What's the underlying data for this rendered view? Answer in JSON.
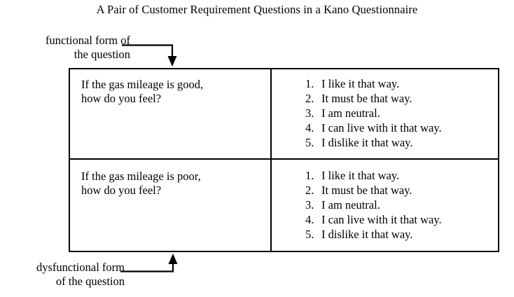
{
  "figure": {
    "title": "A Pair of Customer Requirement Questions in a Kano Questionnaire"
  },
  "annotations": {
    "functional": {
      "line1": "functional form of",
      "line2": "the question",
      "arrow_icon": "down-arrow-icon"
    },
    "dysfunctional": {
      "line1": "dysfunctional form",
      "line2": "of the question",
      "arrow_icon": "up-arrow-icon"
    }
  },
  "table": {
    "rows": [
      {
        "id": "functional",
        "question": {
          "line1": "If the gas mileage is good,",
          "line2": "how do you feel?"
        },
        "answers": [
          {
            "num": "1.",
            "text": "I like it that way."
          },
          {
            "num": "2.",
            "text": "It must be that way."
          },
          {
            "num": "3.",
            "text": "I am neutral."
          },
          {
            "num": "4.",
            "text": "I can live with it that way."
          },
          {
            "num": "5.",
            "text": "I dislike it that way."
          }
        ]
      },
      {
        "id": "dysfunctional",
        "question": {
          "line1": "If the gas mileage is poor,",
          "line2": "how do you feel?"
        },
        "answers": [
          {
            "num": "1.",
            "text": "I like it that way."
          },
          {
            "num": "2.",
            "text": "It must be that way."
          },
          {
            "num": "3.",
            "text": "I am neutral."
          },
          {
            "num": "4.",
            "text": "I can live with it that way."
          },
          {
            "num": "5.",
            "text": "I dislike it that way."
          }
        ]
      }
    ]
  },
  "colors": {
    "background": "#ffffff",
    "text": "#000000",
    "border": "#000000",
    "connector": "#000000"
  }
}
